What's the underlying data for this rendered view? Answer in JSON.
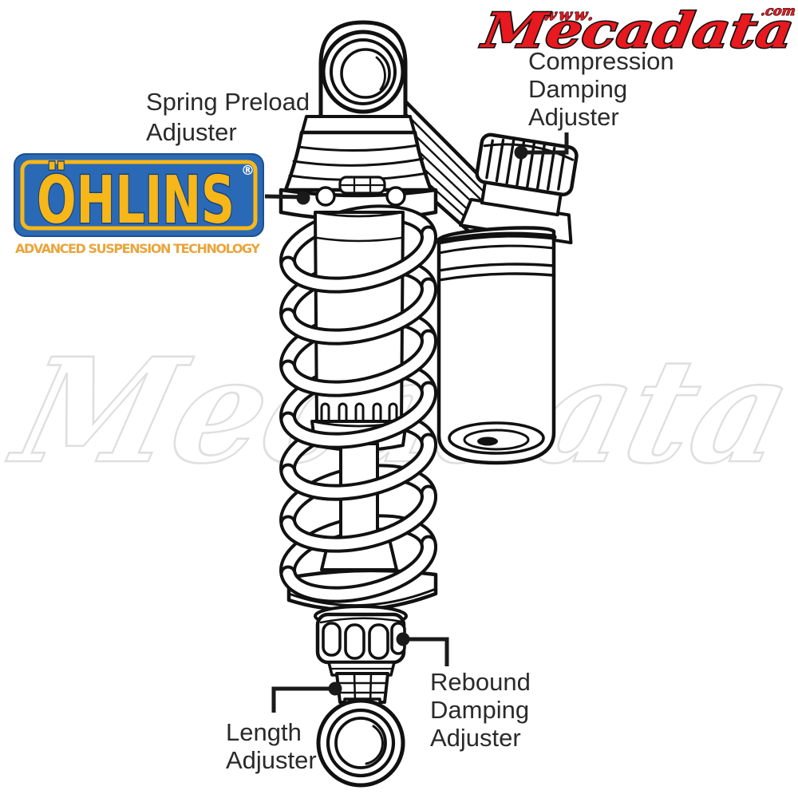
{
  "canvas": {
    "background": "#ffffff",
    "line_color": "#111111"
  },
  "site_logo": {
    "www": "www.",
    "name": "Mecadata",
    "com": ".com",
    "fill_color": "#E8191F",
    "outline_color": "#111111"
  },
  "watermark": {
    "text": "Mecadata",
    "stroke_color": "#DFDFDF"
  },
  "brand_badge": {
    "name": "ÖHLINS",
    "registered": "®",
    "tagline": "ADVANCED SUSPENSION TECHNOLOGY",
    "background_color": "#2A69B5",
    "lettering_color": "#F7B718",
    "tagline_color": "#E9A63C"
  },
  "callouts": {
    "spring_preload": {
      "lines": [
        "Spring Preload",
        "Adjuster"
      ]
    },
    "compression": {
      "lines": [
        "Compression",
        "Damping",
        "Adjuster"
      ]
    },
    "rebound": {
      "lines": [
        "Rebound",
        "Damping",
        "Adjuster"
      ]
    },
    "length": {
      "lines": [
        "Length",
        "Adjuster"
      ]
    }
  },
  "illustration": {
    "subject": "Rear shock absorber with piggyback reservoir — technical line drawing"
  }
}
